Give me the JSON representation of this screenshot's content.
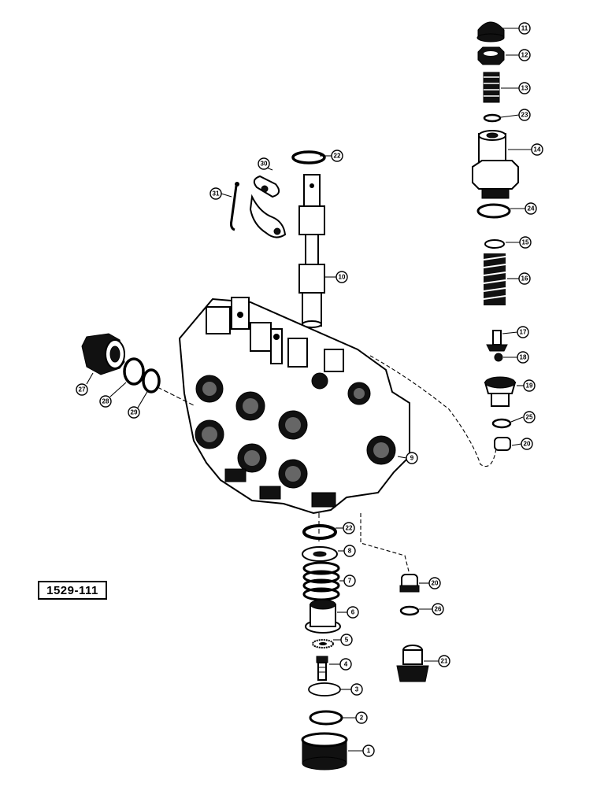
{
  "figure_label": "1529-111",
  "callouts": {
    "c1": "1",
    "c2": "2",
    "c3": "3",
    "c4": "4",
    "c5": "5",
    "c6": "6",
    "c7": "7",
    "c8": "8",
    "c9": "9",
    "c10": "10",
    "c11": "11",
    "c12": "12",
    "c13": "13",
    "c14": "14",
    "c15": "15",
    "c16": "16",
    "c17": "17",
    "c18": "18",
    "c19": "19",
    "c20a": "20",
    "c20b": "20",
    "c21": "21",
    "c22a": "22",
    "c22b": "22",
    "c23": "23",
    "c24": "24",
    "c25": "25",
    "c26": "26",
    "c27": "27",
    "c28": "28",
    "c29": "29",
    "c30": "30",
    "c31": "31"
  }
}
